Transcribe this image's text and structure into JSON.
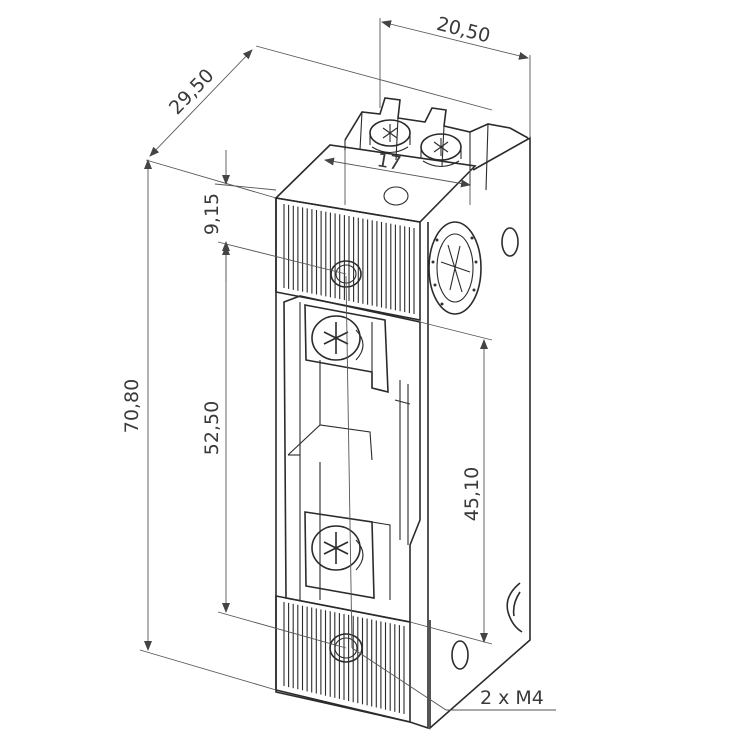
{
  "drawing": {
    "dimensions": {
      "depth_top": "20,50",
      "width_top": "29,50",
      "height_total": "70,80",
      "top_offset": "9,15",
      "hole_spacing": "52,50",
      "plate_height": "45,10",
      "terminal_spacing": "17"
    },
    "callout": "2 x M4"
  }
}
